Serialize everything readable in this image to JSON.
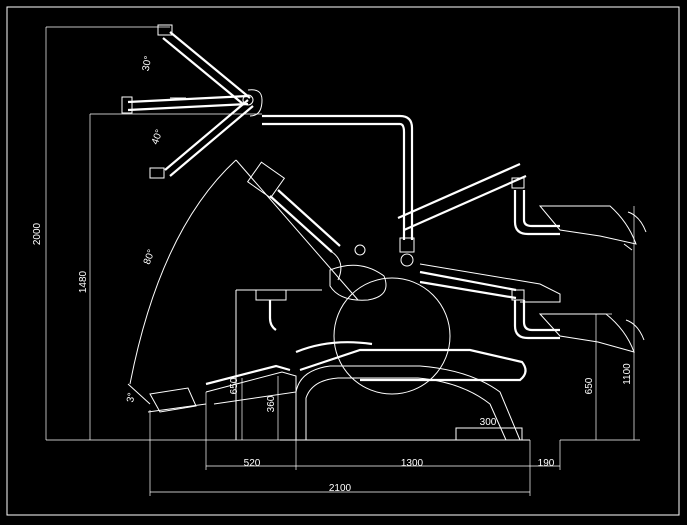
{
  "colors": {
    "background": "#000000",
    "line": "#ffffff"
  },
  "dimensions": {
    "total_height": "2000",
    "column_height": "1480",
    "seat_width": "520",
    "base_length": "1300",
    "tray_offset": "190",
    "overall_length": "2100",
    "seat_height": "360",
    "backrest_height": "650",
    "bracket_height": "650",
    "tray_height": "1100",
    "foot_plate": "300",
    "lamp_angle_up": "30°",
    "lamp_angle_down": "40°",
    "arc_angle": "80°",
    "headrest_angle": "3°"
  }
}
